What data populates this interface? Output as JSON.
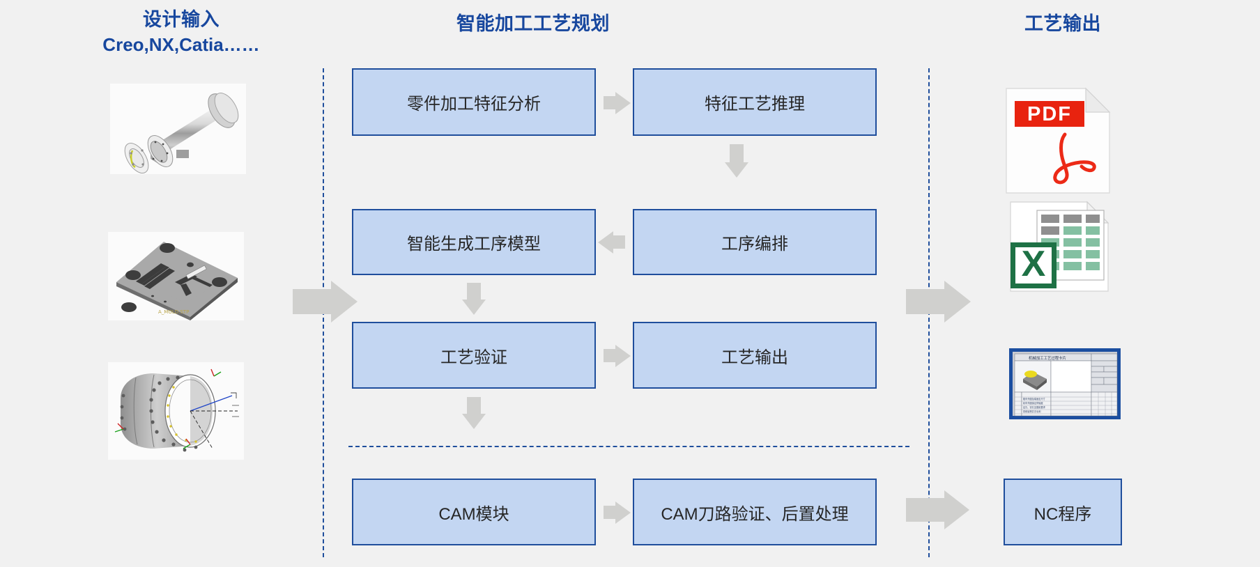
{
  "headings": {
    "left_title": "设计输入",
    "left_subtitle": "Creo,NX,Catia……",
    "center_title": "智能加工工艺规划",
    "right_title": "工艺输出"
  },
  "colors": {
    "title_blue": "#17479e",
    "box_fill": "#c3d6f2",
    "box_border": "#1f4e9c",
    "arrow_gray": "#d0d0ce",
    "background": "#f1f1f1",
    "pdf_red": "#e8230f",
    "excel_green": "#1e7145"
  },
  "flow": {
    "boxes": [
      {
        "id": "feature-analysis",
        "label": "零件加工特征分析"
      },
      {
        "id": "feature-reasoning",
        "label": "特征工艺推理"
      },
      {
        "id": "operation-model",
        "label": "智能生成工序模型"
      },
      {
        "id": "operation-sequence",
        "label": "工序编排"
      },
      {
        "id": "process-validation",
        "label": "工艺验证"
      },
      {
        "id": "process-output",
        "label": "工艺输出"
      },
      {
        "id": "cam-module",
        "label": "CAM模块"
      },
      {
        "id": "cam-verify-post",
        "label": "CAM刀路验证、后置处理"
      },
      {
        "id": "nc-program",
        "label": "NC程序"
      }
    ],
    "connectors": [
      {
        "id": "feature-analysis-to-reasoning",
        "direction": "right"
      },
      {
        "id": "reasoning-to-sequence",
        "direction": "down"
      },
      {
        "id": "sequence-to-operation-model",
        "direction": "left"
      },
      {
        "id": "operation-model-to-validation",
        "direction": "down"
      },
      {
        "id": "validation-to-output",
        "direction": "right"
      },
      {
        "id": "validation-to-cam",
        "direction": "down"
      },
      {
        "id": "cam-to-verify-post",
        "direction": "right"
      },
      {
        "id": "input-to-planning",
        "direction": "right"
      },
      {
        "id": "planning-to-output",
        "direction": "right"
      },
      {
        "id": "post-to-nc",
        "direction": "right"
      }
    ]
  },
  "design_inputs": [
    {
      "id": "shaft-housing-model",
      "name": "cad-model-shaft-housing"
    },
    {
      "id": "mold-plate-model",
      "name": "cad-model-mold-plate"
    },
    {
      "id": "engine-casing-model",
      "name": "cad-model-engine-casing"
    }
  ],
  "outputs": [
    {
      "id": "pdf-document",
      "name": "pdf-file-icon",
      "label": "PDF"
    },
    {
      "id": "excel-document",
      "name": "excel-file-icon",
      "label": "X"
    },
    {
      "id": "process-sheet",
      "name": "process-sheet-thumbnail",
      "label": ""
    }
  ]
}
